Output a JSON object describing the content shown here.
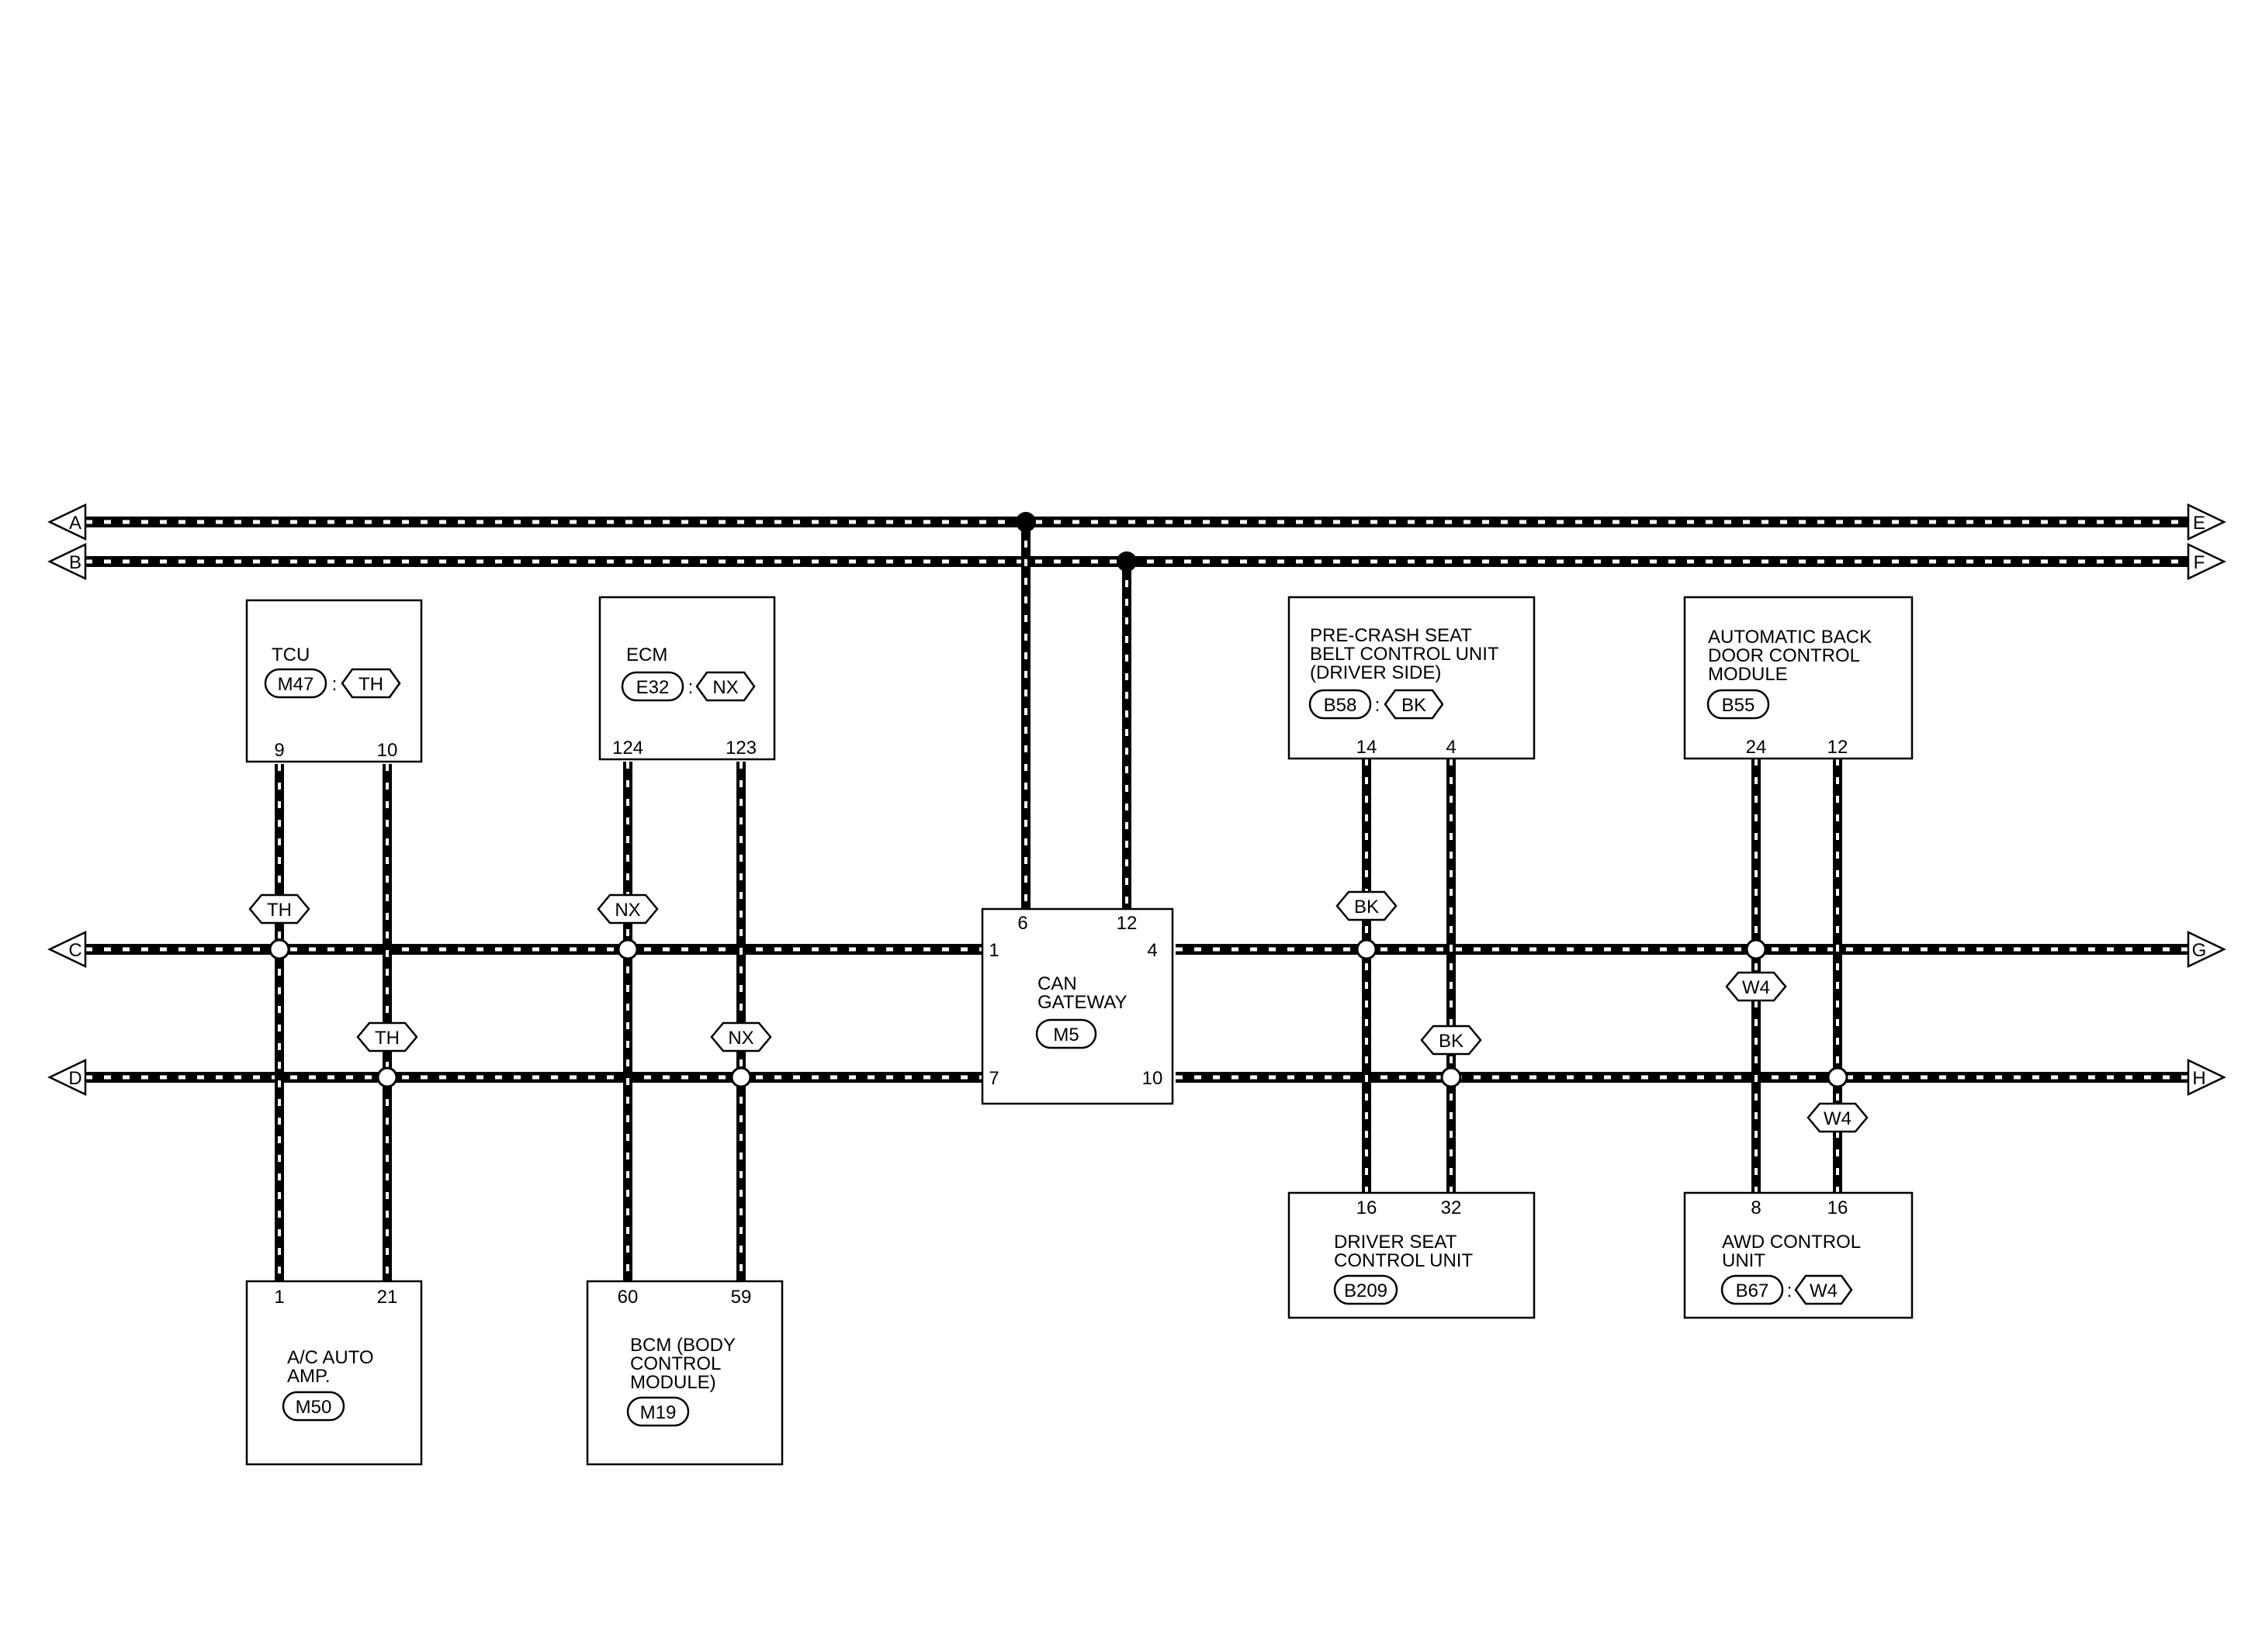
{
  "buses": {
    "A": {
      "left": "A",
      "right": "E"
    },
    "B": {
      "left": "B",
      "right": "F"
    },
    "C": {
      "left": "C",
      "right": "G"
    },
    "D": {
      "left": "D",
      "right": "H"
    }
  },
  "units": {
    "tcu": {
      "lines": [
        "TCU"
      ],
      "connector": "M47",
      "harness": "TH",
      "pin_left": "9",
      "pin_right": "10"
    },
    "ecm": {
      "lines": [
        "ECM"
      ],
      "connector": "E32",
      "harness": "NX",
      "pin_left": "124",
      "pin_right": "123"
    },
    "gateway": {
      "lines": [
        "CAN",
        "GATEWAY"
      ],
      "connector": "M5",
      "pin_top_left": "6",
      "pin_top_right": "12",
      "pin_left_top": "1",
      "pin_right_top": "4",
      "pin_left_bottom": "7",
      "pin_right_bottom": "10"
    },
    "precrash": {
      "lines": [
        "PRE-CRASH SEAT",
        "BELT CONTROL UNIT",
        "(DRIVER SIDE)"
      ],
      "connector": "B58",
      "harness": "BK",
      "pin_left": "14",
      "pin_right": "4"
    },
    "backdoor": {
      "lines": [
        "AUTOMATIC BACK",
        "DOOR CONTROL",
        "MODULE"
      ],
      "connector": "B55",
      "pin_left": "24",
      "pin_right": "12"
    },
    "acamp": {
      "lines": [
        "A/C AUTO",
        "AMP."
      ],
      "connector": "M50",
      "pin_left": "1",
      "pin_right": "21"
    },
    "bcm": {
      "lines": [
        "BCM (BODY",
        "CONTROL",
        "MODULE)"
      ],
      "connector": "M19",
      "pin_left": "60",
      "pin_right": "59"
    },
    "driverseat": {
      "lines": [
        "DRIVER SEAT",
        "CONTROL UNIT"
      ],
      "connector": "B209",
      "pin_left": "16",
      "pin_right": "32"
    },
    "awd": {
      "lines": [
        "AWD CONTROL",
        "UNIT"
      ],
      "connector": "B67",
      "harness": "W4",
      "pin_left": "8",
      "pin_right": "16"
    }
  },
  "harness_tags": {
    "th_c": "TH",
    "th_d": "TH",
    "nx_c": "NX",
    "nx_d": "NX",
    "bk_c": "BK",
    "bk_d": "BK",
    "w4_c": "W4",
    "w4_d": "W4"
  }
}
